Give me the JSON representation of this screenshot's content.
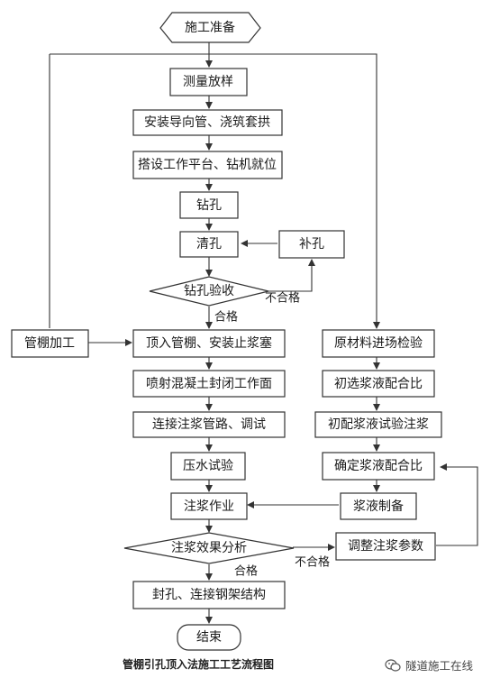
{
  "nodes": {
    "start": "施工准备",
    "survey": "测量放样",
    "guide_pipe": "安装导向管、浇筑套拱",
    "platform": "搭设工作平台、钻机就位",
    "drill": "钻孔",
    "clean_hole": "清孔",
    "patch_hole": "补孔",
    "drill_check": "钻孔验收",
    "shed_process": "管棚加工",
    "push_shed": "顶入管棚、安装止浆塞",
    "shotcrete": "喷射混凝土封闭工作面",
    "connect_pipe": "连接注浆管路、调试",
    "water_test": "压水试验",
    "grouting": "注浆作业",
    "effect_analysis": "注浆效果分析",
    "seal": "封孔、连接钢架结构",
    "end": "结束",
    "material_check": "原材料进场检验",
    "initial_select": "初选浆液配合比",
    "initial_test": "初配浆液试验注浆",
    "confirm_ratio": "确定浆液配合比",
    "slurry_prep": "浆液制备",
    "adjust_params": "调整注浆参数"
  },
  "edge_labels": {
    "drill_fail": "不合格",
    "drill_pass": "合格",
    "effect_pass": "合格",
    "effect_fail": "不合格"
  },
  "caption": "管棚引孔顶入法施工工艺流程图",
  "watermark": "隧道施工在线"
}
